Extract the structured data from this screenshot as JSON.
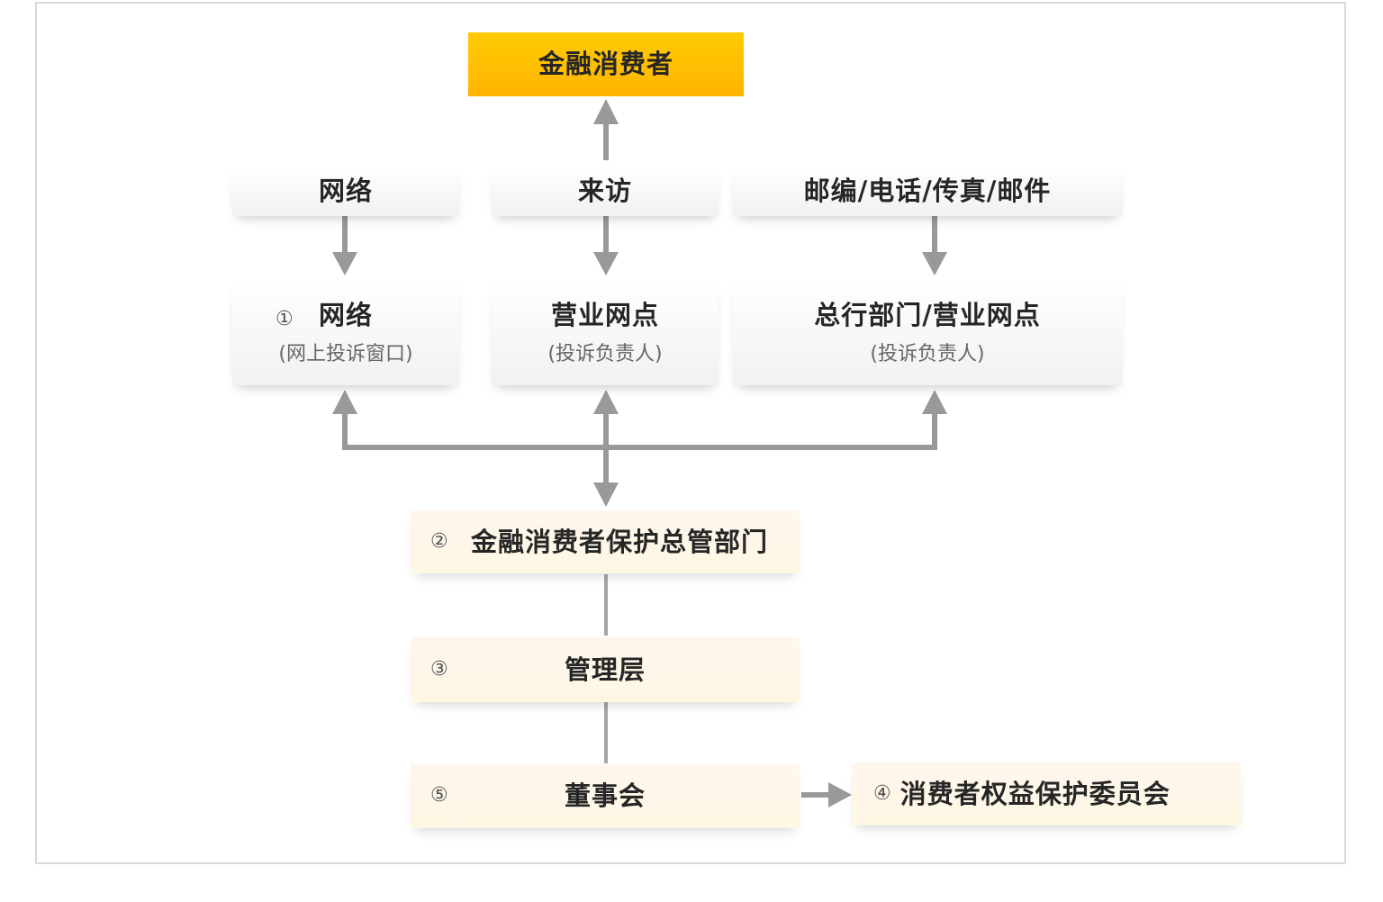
{
  "top": {
    "label": "金融消费者"
  },
  "channels": [
    {
      "label": "网络"
    },
    {
      "label": "来访"
    },
    {
      "label": "邮编/电话/传真/邮件"
    }
  ],
  "receivers": [
    {
      "num": "①",
      "label": "网络",
      "sub": "(网上投诉窗口)"
    },
    {
      "label": "营业网点",
      "sub": "(投诉负责人)"
    },
    {
      "label": "总行部门/营业网点",
      "sub": "(投诉负责人)"
    }
  ],
  "hierarchy": [
    {
      "num": "②",
      "label": "金融消费者保护总管部门"
    },
    {
      "num": "③",
      "label": "管理层"
    },
    {
      "num": "⑤",
      "label": "董事会"
    }
  ],
  "committee": {
    "num": "④",
    "label": "消费者权益保护委员会"
  },
  "colors": {
    "accent": "#ffc000",
    "arrow": "#999999",
    "line": "#a6a6a6"
  }
}
